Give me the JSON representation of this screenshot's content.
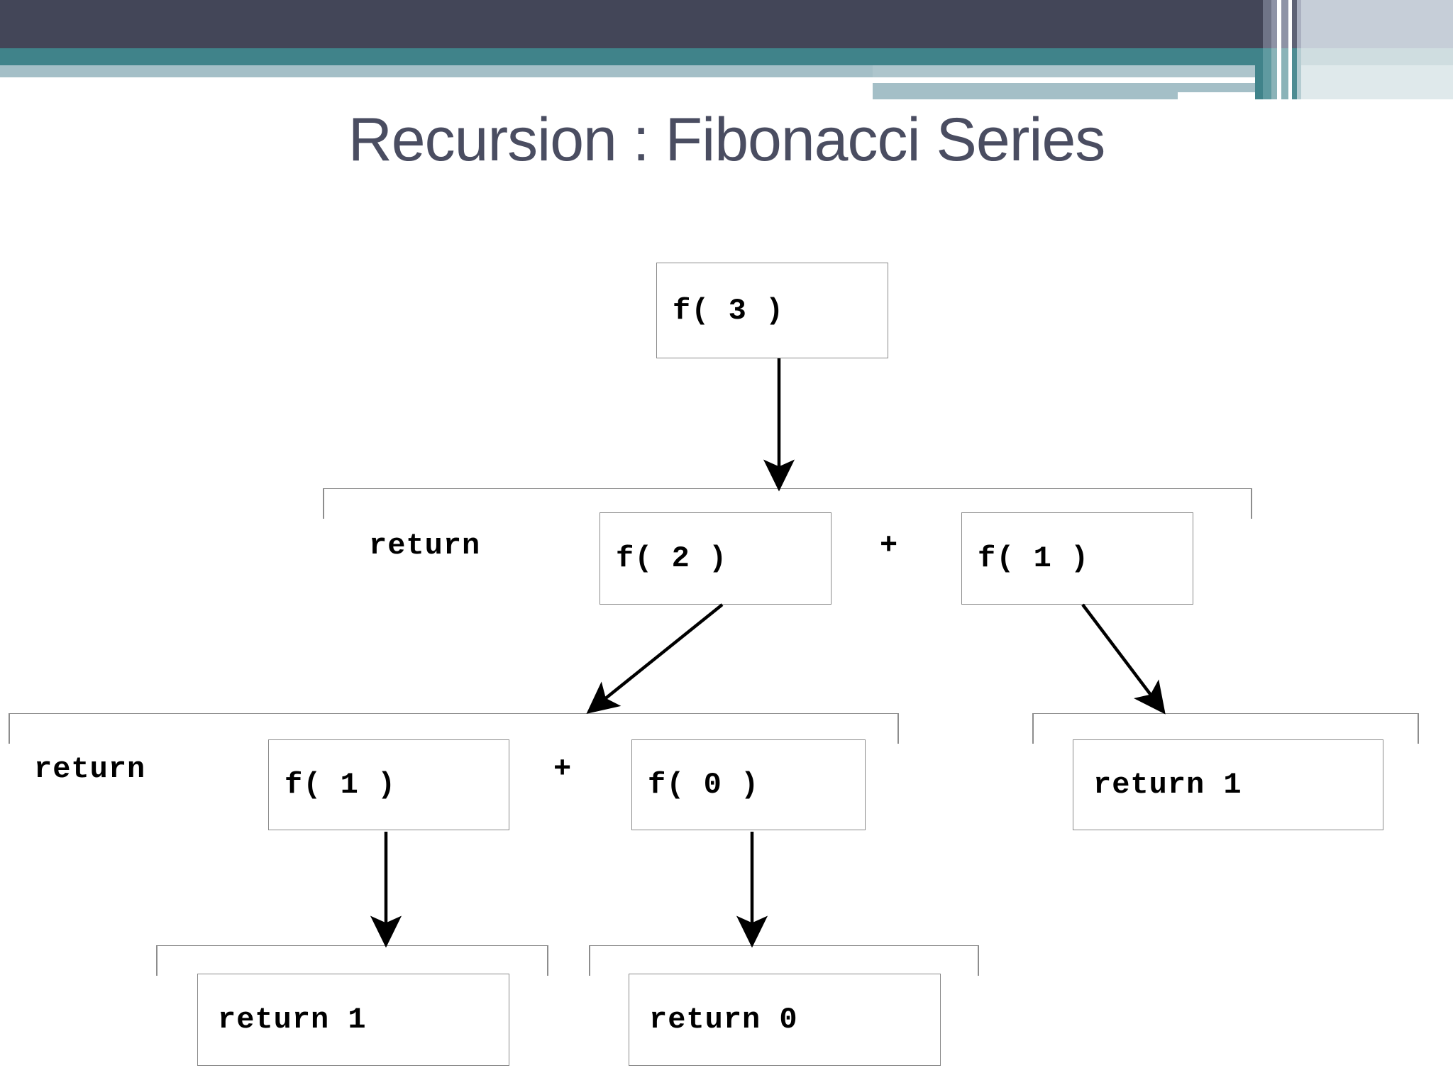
{
  "slide": {
    "title": "Recursion : Fibonacci Series",
    "theme": {
      "header_dark": "#434658",
      "header_teal": "#40838a",
      "header_light": "#a4bfc7",
      "title_color": "#4a4d61",
      "box_border": "#8a8a8a",
      "box_fill": "#ffffff",
      "text_color": "#000000"
    }
  },
  "diagram": {
    "type": "recursion-call-tree",
    "levels": [
      {
        "level": 0,
        "nodes": [
          {
            "id": "f3",
            "label": "f( 3 )",
            "kind": "call-box"
          }
        ]
      },
      {
        "level": 1,
        "keyword": "return",
        "nodes": [
          {
            "id": "f2",
            "label": "f( 2 )",
            "kind": "call-box"
          },
          {
            "id": "plus1",
            "label": "+",
            "kind": "operator"
          },
          {
            "id": "f1r",
            "label": "f( 1 )",
            "kind": "call-box"
          }
        ]
      },
      {
        "level": 2,
        "keyword": "return",
        "nodes": [
          {
            "id": "f1",
            "label": "f( 1 )",
            "kind": "call-box"
          },
          {
            "id": "plus2",
            "label": "+",
            "kind": "operator"
          },
          {
            "id": "f0",
            "label": "f( 0 )",
            "kind": "call-box"
          },
          {
            "id": "ret1r",
            "label": "return 1",
            "kind": "return-box"
          }
        ]
      },
      {
        "level": 3,
        "nodes": [
          {
            "id": "ret1",
            "label": "return 1",
            "kind": "return-box"
          },
          {
            "id": "ret0",
            "label": "return 0",
            "kind": "return-box"
          }
        ]
      }
    ],
    "edges": [
      {
        "from": "f3",
        "to": "level1-group",
        "style": "vertical-arrow"
      },
      {
        "from": "f2",
        "to": "level2-group-left",
        "style": "diagonal-arrow"
      },
      {
        "from": "f1r",
        "to": "level2-group-right",
        "style": "diagonal-arrow"
      },
      {
        "from": "f1",
        "to": "ret1",
        "style": "vertical-arrow"
      },
      {
        "from": "f0",
        "to": "ret0",
        "style": "vertical-arrow"
      }
    ]
  }
}
